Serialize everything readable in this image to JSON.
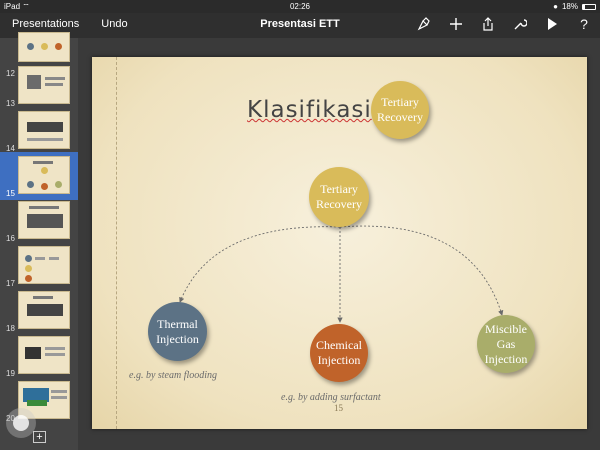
{
  "status": {
    "device": "iPad",
    "time": "02:26",
    "battery": "18%"
  },
  "toolbar": {
    "back_label": "Presentations",
    "undo_label": "Undo",
    "doc_title": "Presentasi ETT"
  },
  "sidebar": {
    "slides": [
      {
        "num": "12"
      },
      {
        "num": "13"
      },
      {
        "num": "14"
      },
      {
        "num": "15"
      },
      {
        "num": "16"
      },
      {
        "num": "17"
      },
      {
        "num": "18"
      },
      {
        "num": "19"
      },
      {
        "num": "20"
      }
    ],
    "selected": "15"
  },
  "slide": {
    "title": "Klasifikasi",
    "top_circle": "Tertiary Recovery",
    "center_circle": "Tertiary Recovery",
    "thermal": "Thermal Injection",
    "chemical": "Chemical Injection",
    "miscible": "Miscible Gas Injection",
    "caption_thermal": "e.g. by steam flooding",
    "caption_chemical": "e.g. by adding surfactant",
    "page_number": "15"
  },
  "colors": {
    "gold": "#d9bb5a",
    "slate": "#5c7285",
    "orange": "#c0632a",
    "olive": "#a9ad6a",
    "selection": "#3e6fc1"
  }
}
